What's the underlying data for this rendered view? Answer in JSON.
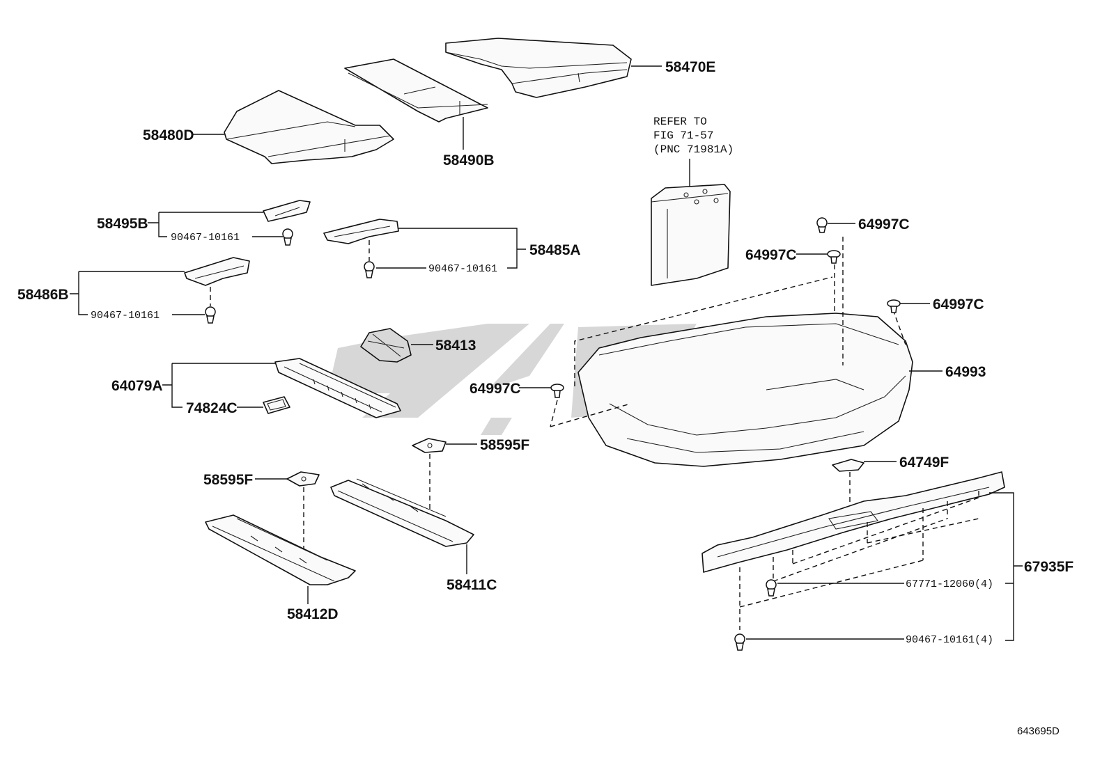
{
  "diagram": {
    "reference_id": "643695D",
    "note_lines": [
      "REFER TO",
      "FIG 71-57",
      "(PNC 71981A)"
    ],
    "labels": {
      "p58470E": "58470E",
      "p58480D": "58480D",
      "p58490B": "58490B",
      "p58495B": "58495B",
      "p58485A": "58485A",
      "p58486B": "58486B",
      "clip_58495B": "90467-10161",
      "clip_58485A": "90467-10161",
      "clip_58486B": "90467-10161",
      "p58413": "58413",
      "p64079A": "64079A",
      "p74824C": "74824C",
      "p64997C_1": "64997C",
      "p64997C_2": "64997C",
      "p64997C_3": "64997C",
      "p64997C_4": "64997C",
      "p64993": "64993",
      "p58595F_1": "58595F",
      "p58595F_2": "58595F",
      "p64749F": "64749F",
      "p67935F": "67935F",
      "p67771": "67771-12060(4)",
      "p90467_4": "90467-10161(4)",
      "p58411C": "58411C",
      "p58412D": "58412D"
    }
  }
}
